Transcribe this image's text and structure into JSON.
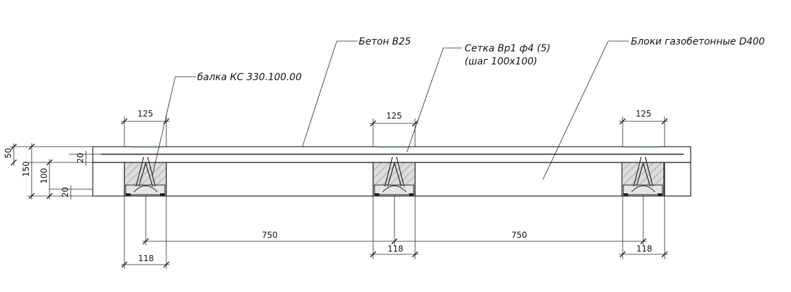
{
  "labels": {
    "concrete": "Бетон B25",
    "mesh_line1": "Сетка Вр1 ф4 (5)",
    "mesh_line2": "(шаг 100х100)",
    "blocks": "Блоки газобетонные D400",
    "beam": "балка КС 330.100.00"
  },
  "dimensions": {
    "top_width": "125",
    "span": "750",
    "bottom_width": "118",
    "topping": "50",
    "total": "150",
    "block_height": "100",
    "mesh_cover": "20",
    "bottom_cover": "20"
  },
  "colors": {
    "line": "#222222",
    "concrete_fill": "#dcdcdc",
    "block_fill": "#f2f2f2",
    "hatch": "#777777",
    "mesh_accent": "#8ec98e"
  }
}
